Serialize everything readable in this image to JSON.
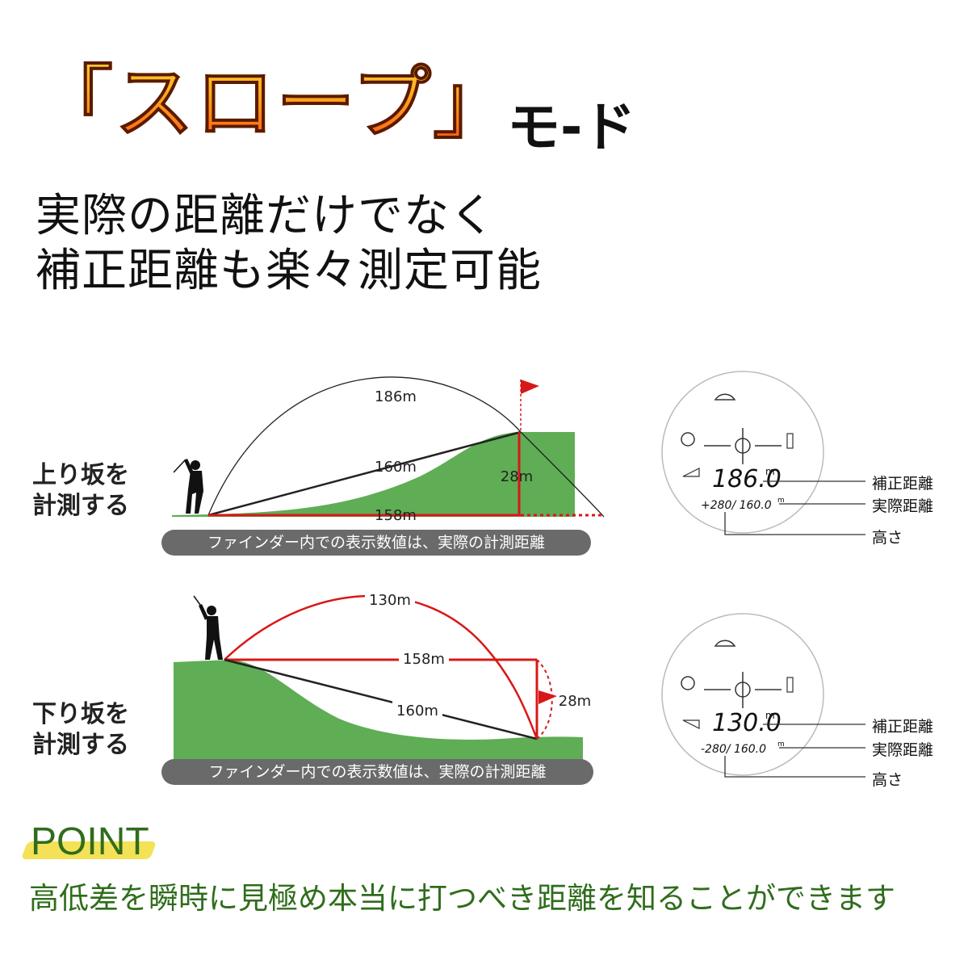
{
  "title": {
    "main": "「スロープ」",
    "sub": "モ-ド"
  },
  "headline": {
    "line1": "実際の距離だけでなく",
    "line2": "補正距離も楽々測定可能"
  },
  "uphill": {
    "label_line1": "上り坂を",
    "label_line2": "計測する",
    "arc_distance": "186m",
    "line_distance": "160m",
    "height": "28m",
    "flat_distance": "158m",
    "caption": "ファインダー内での表示数値は、実際の計測距離"
  },
  "downhill": {
    "label_line1": "下り坂を",
    "label_line2": "計測する",
    "arc_distance": "130m",
    "flat_distance": "158m",
    "line_distance": "160m",
    "height": "28m",
    "caption": "ファインダー内での表示数値は、実際の計測距離"
  },
  "scope_up": {
    "main_reading": "186.0",
    "unit": "m",
    "sub_reading": "+280/ 160.0",
    "sub_unit": "m",
    "callouts": [
      "補正距離",
      "実際距離",
      "高さ"
    ]
  },
  "scope_down": {
    "main_reading": "130.0",
    "unit": "m",
    "sub_reading": "-280/ 160.0",
    "sub_unit": "m",
    "callouts": [
      "補正距離",
      "実際距離",
      "高さ"
    ]
  },
  "point": {
    "title": "POINT",
    "text": "高低差を瞬時に見極め本当に打つべき距離を知ることができます"
  },
  "colors": {
    "grass": "#5fad55",
    "red_line": "#d81818",
    "caption_bg": "#6a6a6a",
    "point_green": "#2f6d1c",
    "brush_yellow": "#f2dc3a"
  }
}
